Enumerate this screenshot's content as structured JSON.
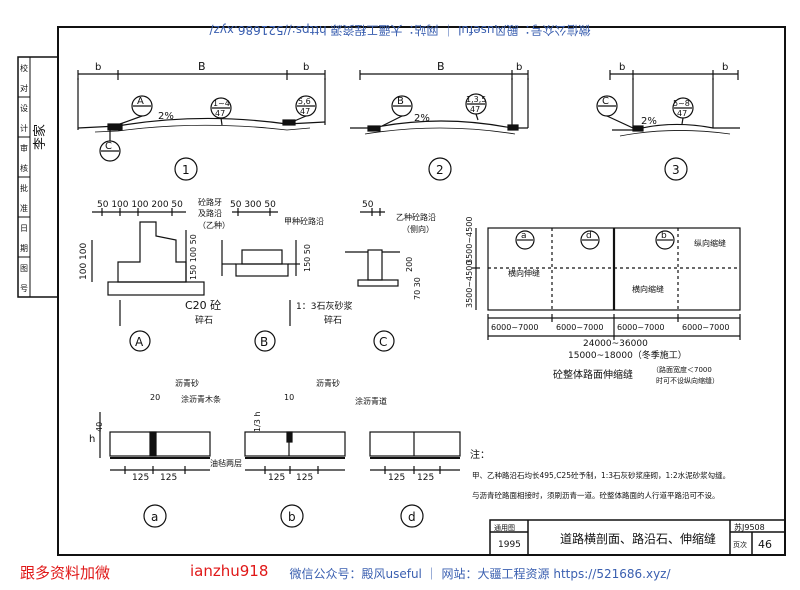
{
  "watermark": "微信公众号：殿风useful ｜ 网站：大疆工程资源 https://521686.xyz/",
  "red_text": {
    "left": "跟多资料加微",
    "right": "ianzhu918"
  },
  "margin_labels": [
    "校",
    "对",
    "设",
    "计",
    "审",
    "核",
    "批",
    "准",
    "日",
    "期",
    "图",
    "号"
  ],
  "sections": {
    "s1": {
      "b1": "b",
      "B": "B",
      "b2": "b",
      "slope": "2%",
      "circle_a": "A",
      "circle_c": "C",
      "ref1_top": "1~4",
      "ref1_bot": "47",
      "ref2_top": "5,6",
      "ref2_bot": "47",
      "num": "1"
    },
    "s2": {
      "B": "B",
      "b": "b",
      "slope": "2%",
      "circle_b": "B",
      "ref_top": "1,3,5",
      "ref_bot": "47",
      "num": "2"
    },
    "s3": {
      "b1": "b",
      "b2": "b",
      "slope": "2%",
      "circle_c": "C",
      "ref_top": "5~8",
      "ref_bot": "47",
      "num": "3"
    }
  },
  "curbs": {
    "A": {
      "dims": "50 100 100 200 50",
      "label1": "砼路牙",
      "label2": "及路沿",
      "label3": "（乙种）",
      "left_dim": "100 100",
      "right_dim": "150 100 50",
      "concrete": "C20 砼",
      "gravel": "碎石",
      "name": "A"
    },
    "B": {
      "dims": "50 300 50",
      "label1": "甲种砼路沿",
      "side_dim": "150 50",
      "mortar": "1：3石灰砂浆",
      "gravel": "碎石",
      "name": "B"
    },
    "C": {
      "dims": "50",
      "label1": "乙种砼路沿",
      "label2": "（侧向）",
      "side_dim": "200",
      "side_dim2": "70 30",
      "name": "C"
    }
  },
  "joints": {
    "a": {
      "label1": "沥青砂",
      "label2": "涂沥青木条",
      "dim_top": "20",
      "dim_left": "40",
      "h": "h",
      "dim_bot1": "125",
      "dim_bot2": "125",
      "name": "a"
    },
    "b": {
      "label1": "沥青砂",
      "dim_top": "10",
      "dim_left": "1/3 h",
      "dim_bot1": "125",
      "dim_bot2": "125",
      "name": "b",
      "bottom_label": "油毡两层"
    },
    "d": {
      "label1": "涂沥青道",
      "dim_bot1": "125",
      "dim_bot2": "125",
      "name": "d"
    }
  },
  "plan": {
    "dim_left_top": "3500~4500",
    "dim_left_bot": "3500~4500",
    "circle_a": "a",
    "circle_d": "d",
    "circle_b": "b",
    "label_trans": "横向伸缝",
    "label_long": "纵向缩缝",
    "label_trans2": "横向缩缝",
    "seg": [
      "6000~7000",
      "6000~7000",
      "6000~7000",
      "6000~7000"
    ],
    "total": "24000~36000",
    "winter": "15000~18000（冬季施工）",
    "title": "砼整体路面伸缩缝",
    "note1": "（路面宽度＜7000",
    "note2": "时可不设纵向缩缝）"
  },
  "notes": {
    "heading": "注：",
    "line1": "甲、乙种路沿石均长495,C25砼予制，1:3石灰砂浆座砌，1:2水泥砂浆勾缝。",
    "line2": "与沥青砼路面相接时，须刷沥青一道。砼整体路面的人行道平路沿可不设。"
  },
  "title_block": {
    "atlas_label": "通用图",
    "year": "1995",
    "title": "道路横剖面、路沿石、伸缩缝",
    "code": "苏J9508",
    "page_label": "页次",
    "page": "46"
  }
}
